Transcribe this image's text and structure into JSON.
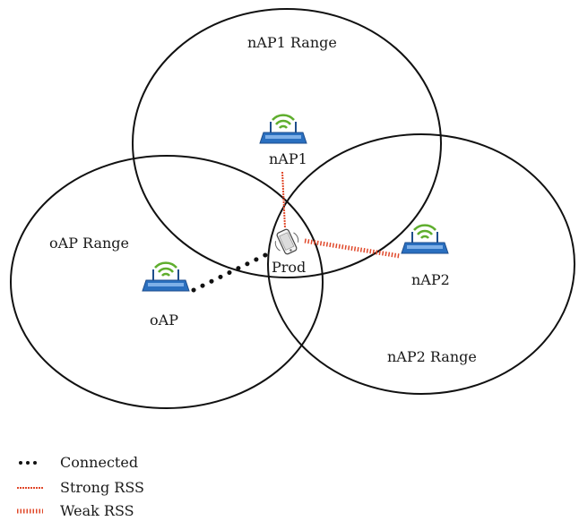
{
  "ranges": {
    "nap1": "nAP1 Range",
    "oap": "oAP Range",
    "nap2": "nAP2 Range"
  },
  "devices": {
    "nap1": "nAP1",
    "nap2": "nAP2",
    "oap": "oAP",
    "prod": "Prod"
  },
  "legend": {
    "connected": "Connected",
    "strong": "Strong RSS",
    "weak": "Weak RSS"
  },
  "colors": {
    "router_body": "#2a6fbf",
    "wifi_waves": "#5fae2e",
    "rss_line": "#e0482a",
    "outline": "#111111"
  }
}
